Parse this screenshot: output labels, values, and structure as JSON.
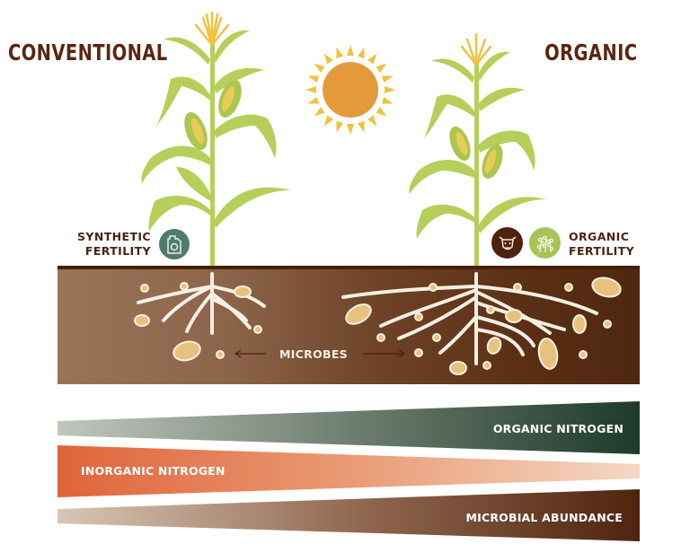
{
  "header": {
    "left_title": "CONVENTIONAL",
    "right_title": "ORGANIC"
  },
  "icons": {
    "sun": "sun-icon",
    "corn_left": "corn-plant-icon",
    "corn_right": "corn-plant-icon",
    "synthetic": "fertilizer-jug-icon",
    "cow": "cow-icon",
    "plant": "plant-sprig-icon"
  },
  "labels": {
    "synthetic_line1": "SYNTHETIC",
    "synthetic_line2": "FERTILITY",
    "organic_line1": "ORGANIC",
    "organic_line2": "FERTILITY",
    "microbes": "MICROBES"
  },
  "gradient_bars": [
    {
      "label": "ORGANIC NITROGEN",
      "from_color": "#c2c6be",
      "to_color": "#1d3a2a",
      "direction": "increasing"
    },
    {
      "label": "INORGANIC NITROGEN",
      "from_color": "#e0643a",
      "to_color": "#f5d8c4",
      "direction": "decreasing"
    },
    {
      "label": "MICROBIAL ABUNDANCE",
      "from_color": "#d9c6b5",
      "to_color": "#4f240e",
      "direction": "increasing"
    }
  ],
  "colors": {
    "title_brown": "#5a2612",
    "soil_dark": "#4f2710",
    "soil_light": "#9a7459",
    "leaf_green": "#b7cf5a",
    "sun_orange": "#e49a3a",
    "sun_ray": "#f0c23e",
    "synthetic_teal": "#4f7c6c",
    "cow_brown": "#4f220e",
    "plant_green": "#a8c456",
    "microbe": "#e8c27c"
  }
}
